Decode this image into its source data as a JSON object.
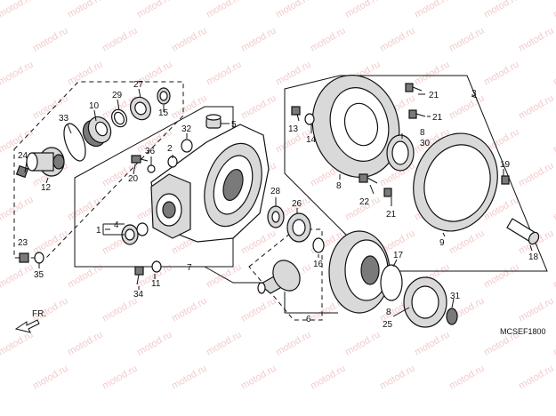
{
  "diagram_code": "MCSEF1800",
  "front_marker": "FR.",
  "watermark_text": "motod.ru",
  "colors": {
    "watermark": "#e9a0a0",
    "line": "#111111"
  },
  "callouts": {
    "c1": "1",
    "c2": "2",
    "c3": "3",
    "c4": "4",
    "c5": "5",
    "c6": "6",
    "c7": "7",
    "c8a": "8",
    "c8b": "8",
    "c8c": "8",
    "c9": "9",
    "c10": "10",
    "c11": "11",
    "c12": "12",
    "c13": "13",
    "c14": "14",
    "c15": "15",
    "c16": "16",
    "c17": "17",
    "c18": "18",
    "c19": "19",
    "c20": "20",
    "c21a": "21",
    "c21b": "21",
    "c21c": "21",
    "c22": "22",
    "c23": "23",
    "c24": "24",
    "c25": "25",
    "c26": "26",
    "c27": "27",
    "c28": "28",
    "c29": "29",
    "c30": "30",
    "c31": "31",
    "c32": "32",
    "c33": "33",
    "c34": "34",
    "c35": "35",
    "c36": "36"
  }
}
